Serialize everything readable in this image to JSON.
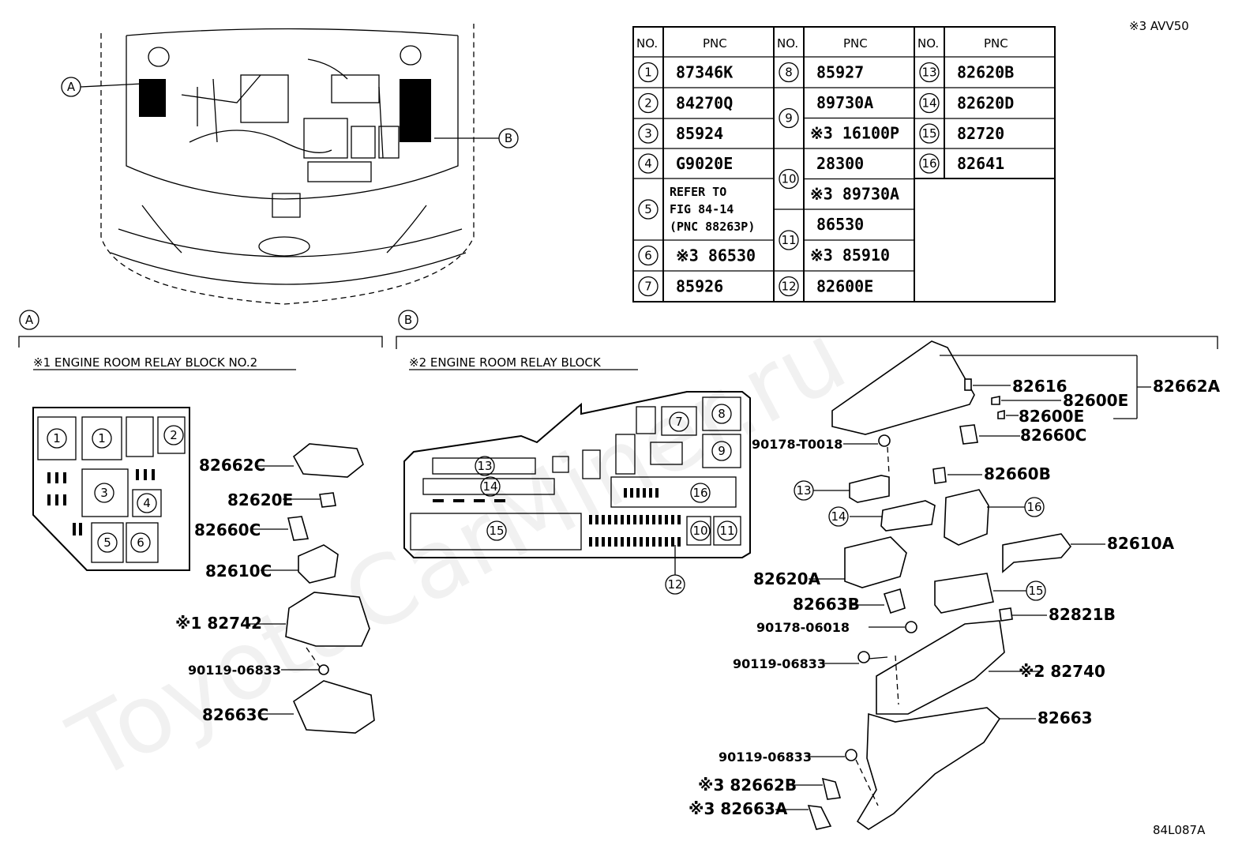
{
  "header": {
    "note": "※3 AVV50",
    "figure_code": "84L087A"
  },
  "watermark": "ToyotaCarMiner.ru",
  "callouts": {
    "a": "A",
    "b": "B"
  },
  "pnc_table": {
    "col_no": "NO.",
    "col_pnc": "PNC",
    "rows": [
      {
        "no": "1",
        "pnc": "87346K"
      },
      {
        "no": "2",
        "pnc": "84270Q"
      },
      {
        "no": "3",
        "pnc": "85924"
      },
      {
        "no": "4",
        "pnc": "G9020E"
      },
      {
        "no": "5",
        "pnc_lines": [
          "REFER TO",
          "FIG 84-14",
          "(PNC 88263P)"
        ]
      },
      {
        "no": "6",
        "pnc": "※3 86530"
      },
      {
        "no": "7",
        "pnc": "85926"
      },
      {
        "no": "8",
        "pnc": "85927"
      },
      {
        "no": "9",
        "pnc": "89730A",
        "pnc2": "※3 16100P"
      },
      {
        "no": "10",
        "pnc": "28300",
        "pnc2": "※3 89730A"
      },
      {
        "no": "11",
        "pnc": "86530",
        "pnc2": "※3 85910"
      },
      {
        "no": "12",
        "pnc": "82600E"
      },
      {
        "no": "13",
        "pnc": "82620B"
      },
      {
        "no": "14",
        "pnc": "82620D"
      },
      {
        "no": "15",
        "pnc": "82720"
      },
      {
        "no": "16",
        "pnc": "82641"
      }
    ]
  },
  "section_a": {
    "title": "※1 ENGINE ROOM RELAY BLOCK NO.2",
    "block_numbers": [
      "1",
      "1",
      "2",
      "3",
      "4",
      "5",
      "6"
    ],
    "parts": [
      "82662C",
      "82620E",
      "82660C",
      "82610C",
      "※1 82742",
      "90119-06833",
      "82663C"
    ]
  },
  "section_b": {
    "title": "※2 ENGINE ROOM RELAY BLOCK",
    "block_numbers": [
      "13",
      "14",
      "15",
      "7",
      "8",
      "9",
      "16",
      "10",
      "11",
      "12"
    ],
    "parts": {
      "p82616": "82616",
      "p82600e_1": "82600E",
      "p82600e_2": "82600E",
      "p82662a": "82662A",
      "p82660c": "82660C",
      "p90178t": "90178-T0018",
      "p82660b": "82660B",
      "p82610a": "82610A",
      "p82620a": "82620A",
      "p82663b": "82663B",
      "p82821b": "82821B",
      "p90178_06018": "90178-06018",
      "p90119_1": "90119-06833",
      "p82740": "※2 82740",
      "p82663": "82663",
      "p90119_2": "90119-06833",
      "p82662b": "※3  82662B",
      "p82663a": "※3 82663A"
    },
    "exploded_numbers": [
      "13",
      "14",
      "16",
      "15"
    ]
  }
}
